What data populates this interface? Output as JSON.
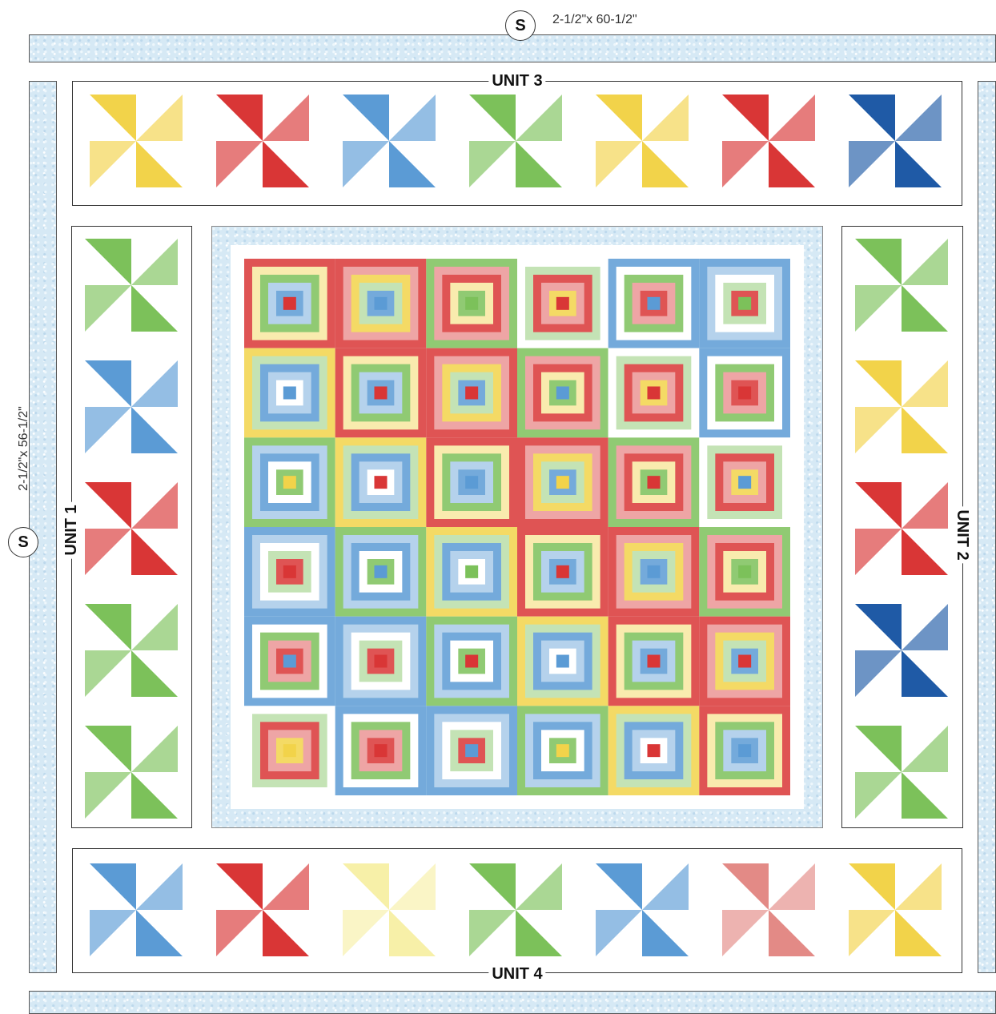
{
  "labels": {
    "s_top": "S",
    "s_left": "S",
    "top_strip_measure": "2-1/2\"x 60-1/2\"",
    "left_strip_measure": "2-1/2\"x 56-1/2\"",
    "unit1": "UNIT 1",
    "unit2": "UNIT 2",
    "unit3": "UNIT 3",
    "unit4": "UNIT 4"
  },
  "colors": {
    "red": "#d93636",
    "blue": "#5b9bd5",
    "green": "#7cc15a",
    "yellow": "#f2d34a",
    "navy": "#1f5aa6",
    "cream": "#f7f0a8",
    "pink": "#e38a86",
    "sky": "#d6e9f5",
    "white": "#ffffff"
  },
  "pinwheels": {
    "unit3": [
      "yellow",
      "red",
      "blue",
      "green",
      "yellow",
      "red",
      "navy"
    ],
    "unit4": [
      "blue",
      "red",
      "cream",
      "green",
      "blue",
      "pink",
      "yellow"
    ],
    "unit1": [
      "green",
      "blue",
      "red",
      "green",
      "green"
    ],
    "unit2": [
      "green",
      "yellow",
      "red",
      "navy",
      "green"
    ]
  },
  "center_quilt": {
    "rows": 6,
    "cols": 6,
    "centers": [
      [
        "red",
        "blue",
        "green",
        "red",
        "blue",
        "green"
      ],
      [
        "blue",
        "red",
        "red",
        "blue",
        "red",
        "red"
      ],
      [
        "yellow",
        "red",
        "blue",
        "yellow",
        "red",
        "blue"
      ],
      [
        "red",
        "blue",
        "green",
        "red",
        "blue",
        "green"
      ],
      [
        "blue",
        "red",
        "red",
        "blue",
        "red",
        "red"
      ],
      [
        "yellow",
        "red",
        "blue",
        "yellow",
        "red",
        "blue"
      ]
    ],
    "ring_colors": [
      "red",
      "blue",
      "green",
      "yellow",
      "blue",
      "red",
      "green",
      "white"
    ]
  }
}
